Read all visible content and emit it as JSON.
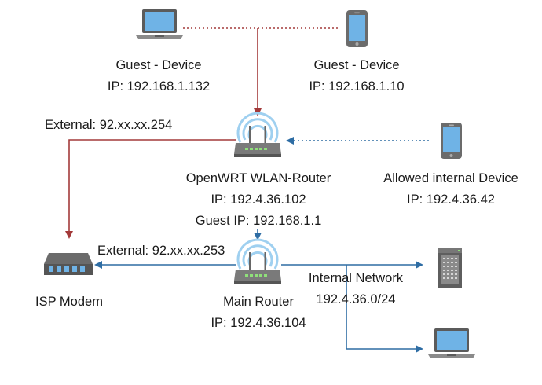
{
  "colors": {
    "guest_link": "#a33a3a",
    "internal_link": "#2e6da4",
    "text": "#1a1a1a",
    "device_screen": "#6fb3e6",
    "device_body": "#6b6b6b",
    "wifi_waves": "#9fd0f0"
  },
  "nodes": {
    "guest_laptop": {
      "icon": "laptop-icon",
      "name": "Guest - Device",
      "ip": "IP: 192.168.1.132"
    },
    "guest_phone": {
      "icon": "smartphone-icon",
      "name": "Guest - Device",
      "ip": "IP: 192.168.1.10"
    },
    "openwrt_router": {
      "icon": "wifi-router-icon",
      "name": "OpenWRT WLAN-Router",
      "ip": "IP: 192.4.36.102",
      "guest_ip": "Guest IP: 192.168.1.1"
    },
    "allowed_device": {
      "icon": "smartphone-icon",
      "name": "Allowed internal Device",
      "ip": "IP: 192.4.36.42"
    },
    "isp_modem": {
      "icon": "modem-icon",
      "name": "ISP Modem"
    },
    "main_router": {
      "icon": "wifi-router-icon",
      "name": "Main Router",
      "ip": "IP: 192.4.36.104"
    },
    "internal_network": {
      "name": "Internal Network",
      "subnet": "192.4.36.0/24"
    },
    "server": {
      "icon": "server-icon"
    },
    "internal_laptop": {
      "icon": "laptop-icon"
    }
  },
  "links": {
    "openwrt_external": "External: 92.xx.xx.254",
    "main_external": "External: 92.xx.xx.253"
  }
}
